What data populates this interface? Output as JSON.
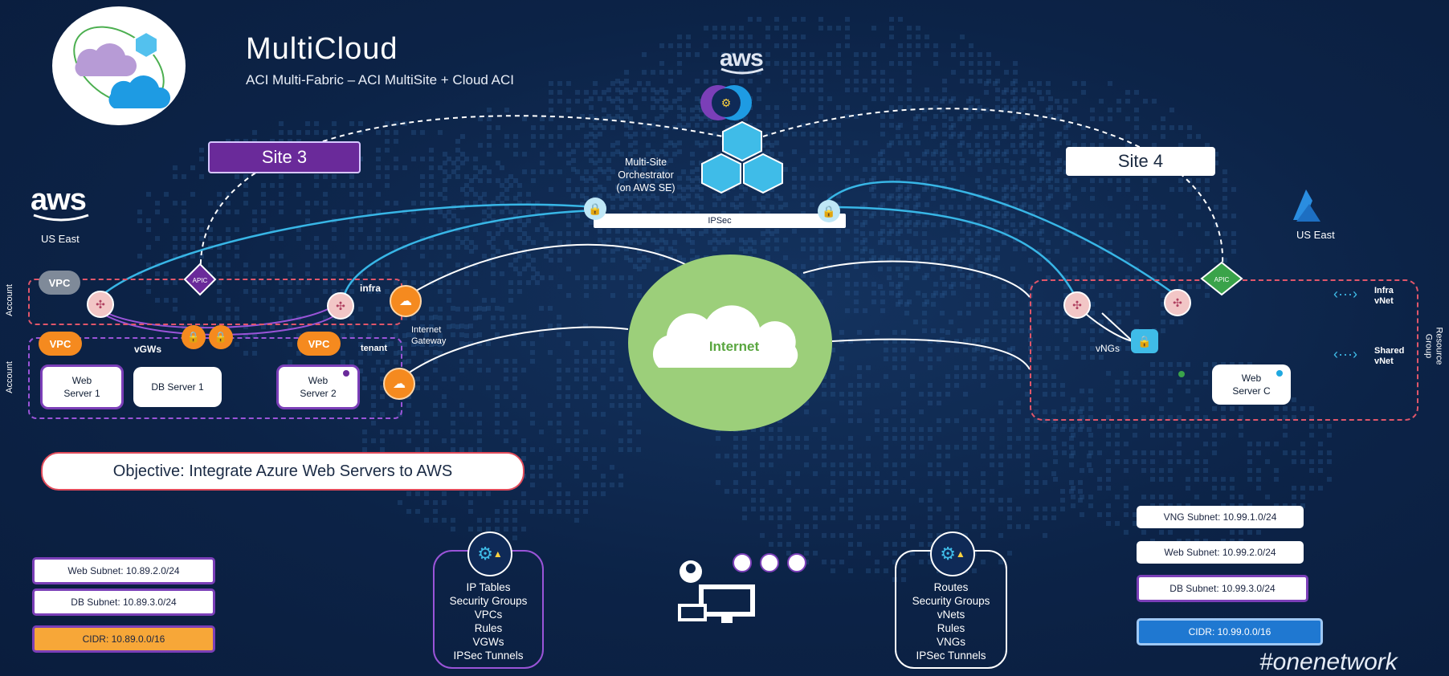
{
  "header": {
    "title": "MultiCloud",
    "subtitle": "ACI Multi-Fabric – ACI MultiSite + Cloud ACI"
  },
  "sites": {
    "site3": "Site 3",
    "site4": "Site 4"
  },
  "aws_left": {
    "logo": "aws",
    "region": "US East"
  },
  "aws_top": {
    "logo": "aws"
  },
  "azure_right": {
    "region": "US East"
  },
  "orchestrator": {
    "line1": "Multi-Site",
    "line2": "Orchestrator",
    "line3": "(on AWS SE)"
  },
  "ipsec_label": "IPSec",
  "internet_label": "Internet",
  "aws_side": {
    "account_label": "Account",
    "vpc": "VPC",
    "apic": "APIC",
    "infra": "infra",
    "tenant": "tenant",
    "vgws": "vGWs",
    "internet_gateway_1": "Internet",
    "internet_gateway_2": "Gateway",
    "servers": [
      {
        "line1": "Web",
        "line2": "Server 1"
      },
      {
        "line1": "DB Server 1",
        "line2": ""
      },
      {
        "line1": "Web",
        "line2": "Server 2"
      }
    ]
  },
  "azure_side": {
    "resource_group_1": "Resource",
    "resource_group_2": "Group",
    "apic": "APIC",
    "vngs": "vNGs",
    "infra_vnet_1": "Infra",
    "infra_vnet_2": "vNet",
    "shared_vnet_1": "Shared",
    "shared_vnet_2": "vNet",
    "server": {
      "line1": "Web",
      "line2": "Server C"
    }
  },
  "objective": "Objective: Integrate Azure Web Servers to AWS",
  "aws_subnets": {
    "web": "Web Subnet: 10.89.2.0/24",
    "db": "DB Subnet: 10.89.3.0/24",
    "cidr": "CIDR: 10.89.0.0/16"
  },
  "azure_subnets": {
    "vng": "VNG Subnet: 10.99.1.0/24",
    "web": "Web Subnet: 10.99.2.0/24",
    "db": "DB Subnet: 10.99.3.0/24",
    "cidr": "CIDR: 10.99.0.0/16"
  },
  "aws_config_list": [
    "IP Tables",
    "Security Groups",
    "VPCs",
    "Rules",
    "VGWs",
    "IPSec Tunnels"
  ],
  "azure_config_list": [
    "Routes",
    "Security Groups",
    "vNets",
    "Rules",
    "VNGs",
    "IPSec Tunnels"
  ],
  "hashtag": "#onenetwork",
  "colors": {
    "background": "#0c2347",
    "site3": "#6a2a9a",
    "vpc_orange": "#f58a1f",
    "internet_green": "#9ccf7a",
    "red_dash": "#e0566a",
    "cyan_line": "#38b6e6",
    "cidr_blue": "#1f78d1",
    "cidr_orange": "#f7a738"
  },
  "icons": [
    "cloud-multicloud-icon",
    "aws-logo-icon",
    "azure-logo-icon",
    "apic-icon",
    "router-icon",
    "lock-icon",
    "internet-gateway-icon",
    "gear-warning-icon",
    "computer-user-icon",
    "dots-icon"
  ]
}
